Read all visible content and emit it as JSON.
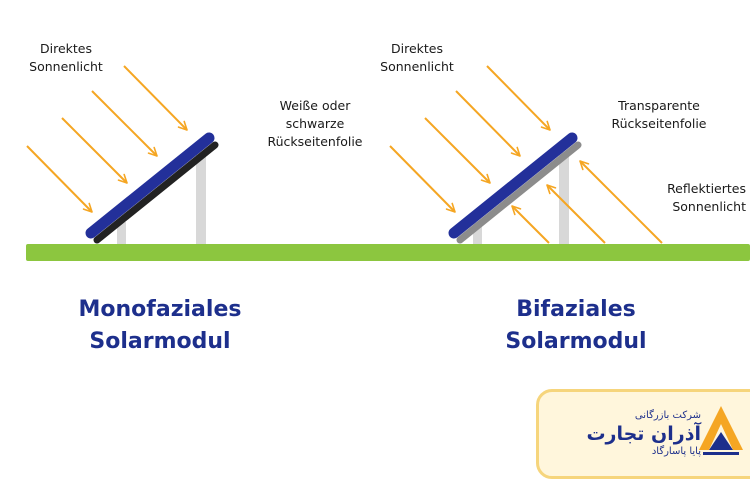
{
  "left": {
    "sun_label": [
      "Direktes",
      "Sonnenlicht"
    ],
    "foil_label": [
      "Weiße oder",
      "schwarze",
      "Rückseitenfolie"
    ],
    "title": [
      "Monofaziales",
      "Solarmodul"
    ]
  },
  "right": {
    "sun_label": [
      "Direktes",
      "Sonnenlicht"
    ],
    "foil_label": [
      "Transparente",
      "Rückseitenfolie"
    ],
    "reflect_label": [
      "Reflektiertes",
      "Sonnenlicht"
    ],
    "title": [
      "Bifaziales",
      "Solarmodul"
    ]
  },
  "logo": {
    "company_small": "شرکت بازرگانی",
    "company_name": "آذران تجارت",
    "company_tagline": "پایا پاسارگاد"
  },
  "colors": {
    "ground": "#8cc63f",
    "panel": "#23309a",
    "panel_back": "#222222",
    "sun_arrow": "#f5a623",
    "title": "#1d2f8c",
    "support": "#d8d8d8"
  }
}
